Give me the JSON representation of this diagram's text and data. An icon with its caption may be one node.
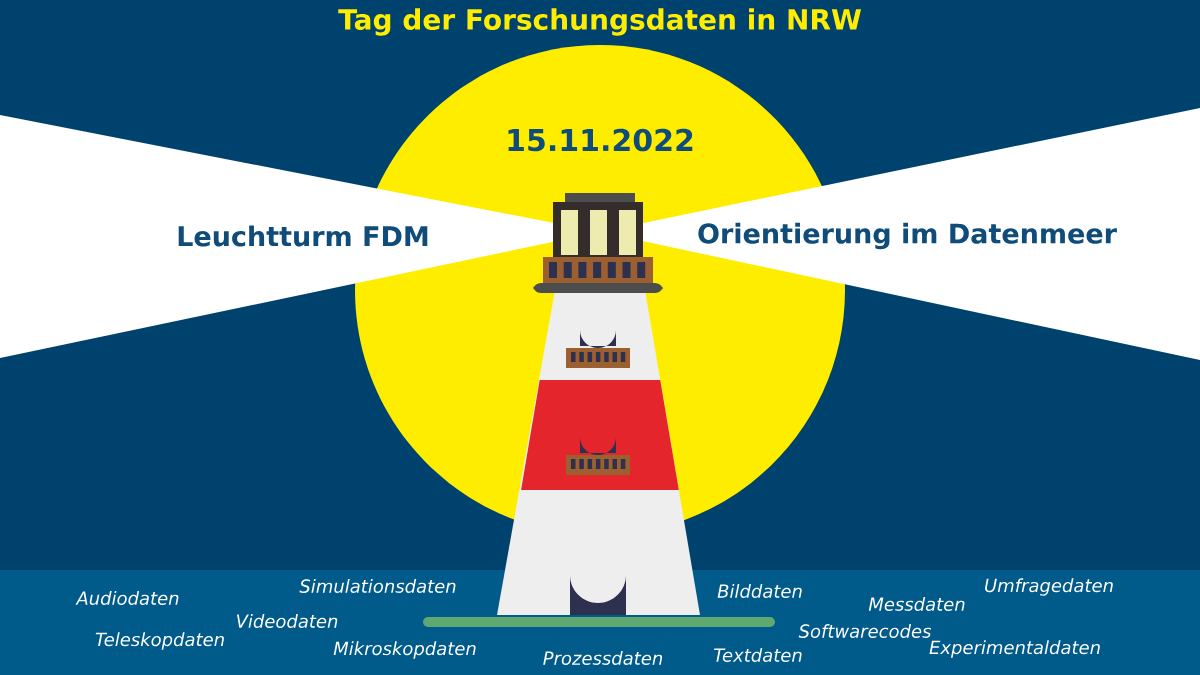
{
  "diagram": {
    "title": "Tag der Forschungsdaten in NRW",
    "labels": [
      "15.11.2022",
      "Leuchtturm FDM",
      "Orientierung im Datenmeer",
      "Simulationsdaten",
      "Audiodaten",
      "Bilddaten",
      "Umfragedaten",
      "Messdaten",
      "Videodaten",
      "Softwarecodes",
      "Teleskopdaten",
      "Mikroskopdaten",
      "Experimentaldaten",
      "Textdaten",
      "Prozessdaten"
    ]
  }
}
